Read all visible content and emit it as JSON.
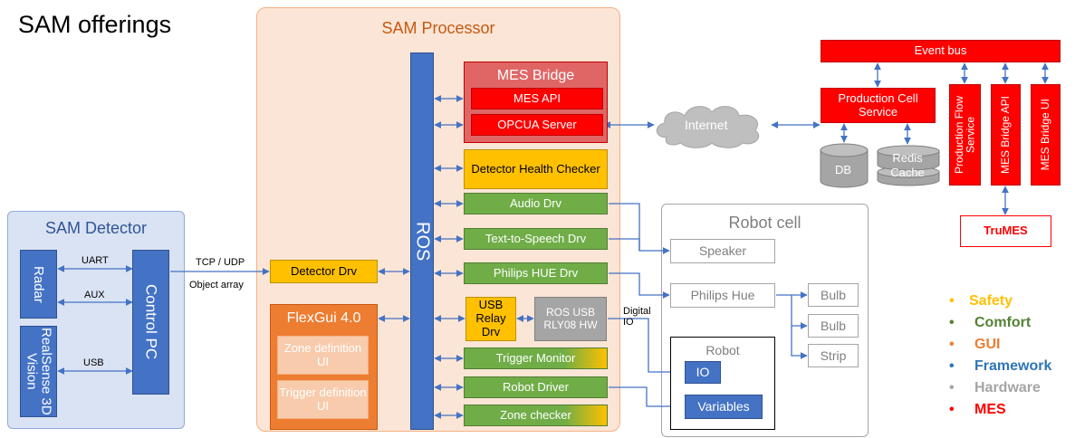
{
  "title": "SAM offerings",
  "detector": {
    "title": "SAM Detector",
    "radar": "Radar",
    "realsense": "RealSense 3D Vision",
    "control_pc": "Control PC",
    "uart": "UART",
    "aux": "AUX",
    "usb": "USB"
  },
  "link": {
    "protocol": "TCP / UDP",
    "payload": "Object array"
  },
  "processor": {
    "title": "SAM Processor",
    "detector_drv": "Detector Drv",
    "ros": "ROS",
    "flexgui": {
      "title": "FlexGui 4.0",
      "zone_ui": "Zone definition UI",
      "trigger_ui": "Trigger definition UI"
    },
    "mes_bridge": {
      "title": "MES Bridge",
      "mes_api": "MES API",
      "opcua": "OPCUA Server"
    },
    "detector_health": "Detector Health Checker",
    "audio_drv": "Audio Drv",
    "tts_drv": "Text-to-Speech Drv",
    "hue_drv": "Philips HUE Drv",
    "usb_relay": "USB Relay Drv",
    "ros_usb": "ROS USB RLY08 HW",
    "trigger_monitor": "Trigger Monitor",
    "robot_driver": "Robot Driver",
    "zone_checker": "Zone checker"
  },
  "digital_io": "Digital IO",
  "internet": "Internet",
  "mes": {
    "event_bus": "Event bus",
    "production_cell": "Production Cell Service",
    "db": "DB",
    "redis": "Redis Cache",
    "production_flow": "Production Flow Service",
    "mes_bridge_api": "MES Bridge API",
    "mes_bridge_ui": "MES Bridge UI",
    "trumes": "TruMES"
  },
  "robot_cell": {
    "title": "Robot cell",
    "speaker": "Speaker",
    "philips_hue": "Philips Hue",
    "bulb1": "Bulb",
    "bulb2": "Bulb",
    "strip": "Strip",
    "robot": "Robot",
    "io": "IO",
    "variables": "Variables"
  },
  "legend": [
    {
      "label": "Safety",
      "color": "#ffc000"
    },
    {
      "label": "Comfort",
      "color": "#548235"
    },
    {
      "label": "GUI",
      "color": "#ed7d31"
    },
    {
      "label": "Framework",
      "color": "#2e75b6"
    },
    {
      "label": "Hardware",
      "color": "#a5a5a5"
    },
    {
      "label": "MES",
      "color": "#ff0000"
    }
  ]
}
